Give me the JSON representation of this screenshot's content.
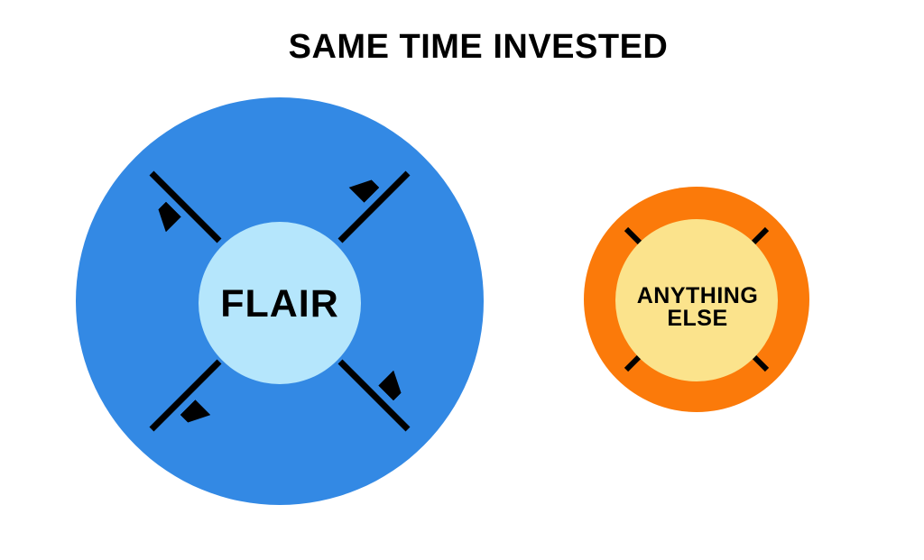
{
  "title": "SAME TIME INVESTED",
  "diagram": {
    "flair": {
      "label": "FLAIR",
      "outer_color": "#3389E4",
      "inner_color": "#B5E6FC"
    },
    "anything_else": {
      "label_line1": "ANYTHING",
      "label_line2": "ELSE",
      "outer_color": "#FB7A0A",
      "inner_color": "#FBE38C"
    },
    "arrow_color": "#000000",
    "background_color": "#FFFFFF"
  }
}
